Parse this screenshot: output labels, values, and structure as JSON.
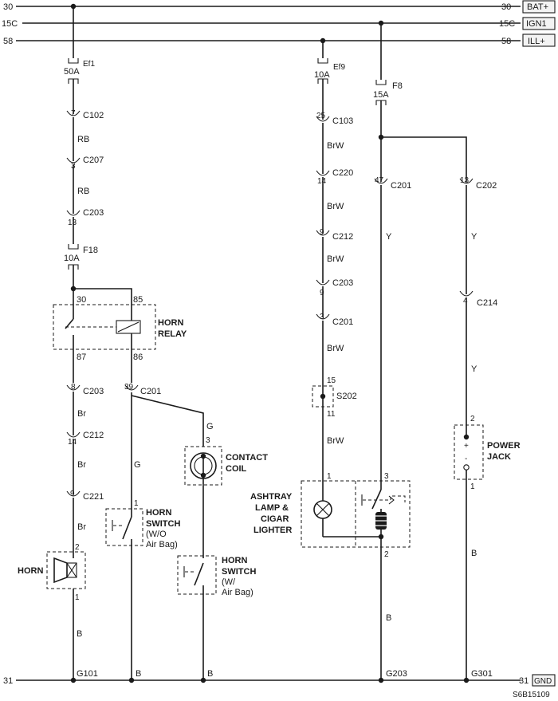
{
  "rails": {
    "bat": {
      "left": "30",
      "right": "30",
      "tag": "BAT+"
    },
    "ign": {
      "left": "15C",
      "right": "15C",
      "tag": "IGN1"
    },
    "ill": {
      "left": "58",
      "right": "58",
      "tag": "ILL+"
    },
    "gnd": {
      "left": "31",
      "right": "31",
      "tag": "GND"
    }
  },
  "fuses": {
    "ef1": {
      "name": "Ef1",
      "rating": "50A"
    },
    "ef9": {
      "name": "Ef9",
      "rating": "10A"
    },
    "f8": {
      "name": "F8",
      "rating": "15A"
    },
    "f18": {
      "name": "F18",
      "rating": "10A"
    }
  },
  "horn_branch": {
    "c102": {
      "pin": "7",
      "name": "C102"
    },
    "wire_rb_1": "RB",
    "c207": {
      "pin": "3",
      "name": "C207"
    },
    "wire_rb_2": "RB",
    "c203_a": {
      "pin": "13",
      "name": "C203"
    },
    "relay": {
      "title_1": "HORN",
      "title_2": "RELAY",
      "pin_30": "30",
      "pin_85": "85",
      "pin_87": "87",
      "pin_86": "86"
    },
    "c203_b": {
      "pin": "8",
      "name": "C203"
    },
    "wire_br_1": "Br",
    "c212": {
      "pin": "14",
      "name": "C212"
    },
    "wire_br_2": "Br",
    "c221": {
      "pin": "9",
      "name": "C221"
    },
    "wire_br_3": "Br",
    "horn": {
      "label": "HORN",
      "pin_top": "2",
      "pin_bottom": "1"
    },
    "wire_b": "B",
    "ground": "G101"
  },
  "switch_branch": {
    "c201": {
      "pin": "39",
      "name": "C201"
    },
    "wire_g_1": "G",
    "wire_g_2": "G",
    "contact_coil": {
      "line1": "CONTACT",
      "line2": "COIL",
      "pin": "3"
    },
    "switch_no_airbag": {
      "pin": "1",
      "line1": "HORN",
      "line2": "SWITCH",
      "line3": "(W/O",
      "line4": "Air Bag)"
    },
    "switch_airbag": {
      "line1": "HORN",
      "line2": "SWITCH",
      "line3": "(W/",
      "line4": "Air Bag)"
    },
    "wire_b_1": "B",
    "wire_b_2": "B"
  },
  "ashtray_branch": {
    "c103": {
      "pin": "25",
      "name": "C103"
    },
    "wire_brw_1": "BrW",
    "c220": {
      "pin": "14",
      "name": "C220"
    },
    "wire_brw_2": "BrW",
    "c212": {
      "pin": "9",
      "name": "C212"
    },
    "wire_brw_3": "BrW",
    "c203": {
      "pin": "9",
      "name": "C203"
    },
    "c201": {
      "pin": "3",
      "name": "C201"
    },
    "wire_brw_4": "BrW",
    "s202": {
      "name": "S202",
      "pin_top": "15",
      "pin_bottom": "11"
    },
    "wire_brw_5": "BrW",
    "lighter": {
      "line1": "ASHTRAY",
      "line2": "LAMP &",
      "line3": "CIGAR",
      "line4": "LIGHTER",
      "pin_lamp": "1",
      "pin_lighter": "3",
      "pin_bottom": "2"
    }
  },
  "ign_branch": {
    "c201": {
      "pin": "47",
      "name": "C201"
    },
    "wire_y": "Y",
    "wire_b": "B",
    "ground": "G203"
  },
  "power_branch": {
    "c202": {
      "pin": "13",
      "name": "C202"
    },
    "wire_y_1": "Y",
    "c214": {
      "pin": "4",
      "name": "C214"
    },
    "wire_y_2": "Y",
    "jack": {
      "line1": "POWER",
      "line2": "JACK",
      "pin_top": "2",
      "pin_bottom": "1",
      "plus": "+",
      "minus": "-"
    },
    "wire_b": "B",
    "ground": "G301"
  },
  "diagram_id": "S6B15109"
}
